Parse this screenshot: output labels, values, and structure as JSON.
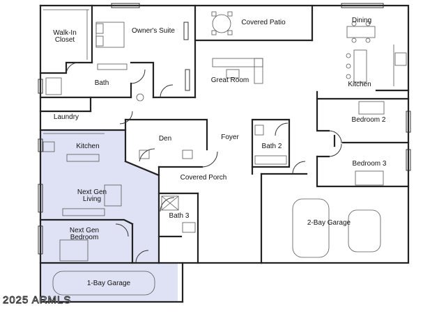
{
  "rooms": {
    "walk_in_closet": [
      "Walk-In",
      "Closet"
    ],
    "owners_suite": "Owner's Suite",
    "covered_patio": "Covered Patio",
    "dining": "Dining",
    "bath": "Bath",
    "great_room": "Great Room",
    "kitchen": "Kitchen",
    "laundry": "Laundry",
    "bedroom_2": "Bedroom 2",
    "next_gen_kitchen": "Kitchen",
    "den": "Den",
    "foyer": "Foyer",
    "bath_2": "Bath 2",
    "bedroom_3": "Bedroom 3",
    "covered_porch": "Covered Porch",
    "next_gen_living": [
      "Next Gen",
      "Living"
    ],
    "bath_3": "Bath 3",
    "two_bay_garage": "2-Bay Garage",
    "next_gen_bedroom": [
      "Next Gen",
      "Bedroom"
    ],
    "one_bay_garage": "1-Bay Garage"
  },
  "watermark": "2025 ARMLS",
  "colors": {
    "next_gen_fill": "#dfe2f4",
    "wall": "#222222"
  }
}
